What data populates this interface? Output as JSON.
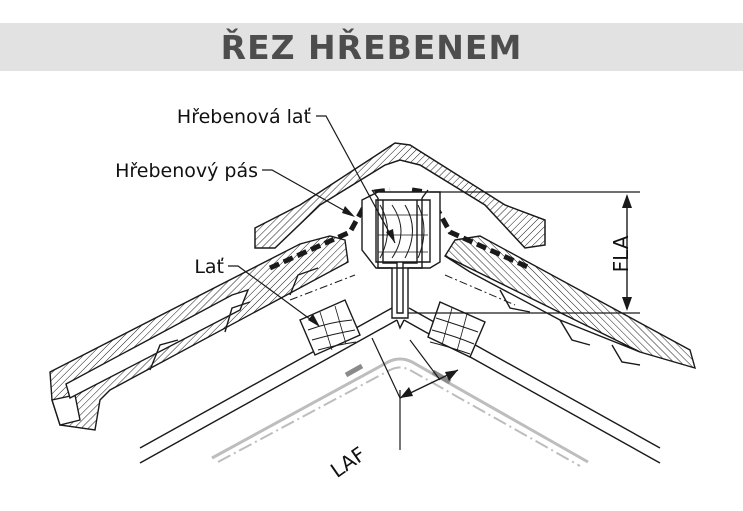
{
  "title": "ŘEZ HŘEBENEM",
  "labels": {
    "ridge_batten": "Hřebenová lať",
    "ridge_strip": "Hřebenový pás",
    "batten": "Lať"
  },
  "dimensions": {
    "fla": "FLA",
    "laf": "LAF"
  },
  "colors": {
    "title_band": "#e2e2e2",
    "title_text": "#4d4d4d",
    "line": "#1a1a1a",
    "gray_line": "#bdbdbd"
  }
}
